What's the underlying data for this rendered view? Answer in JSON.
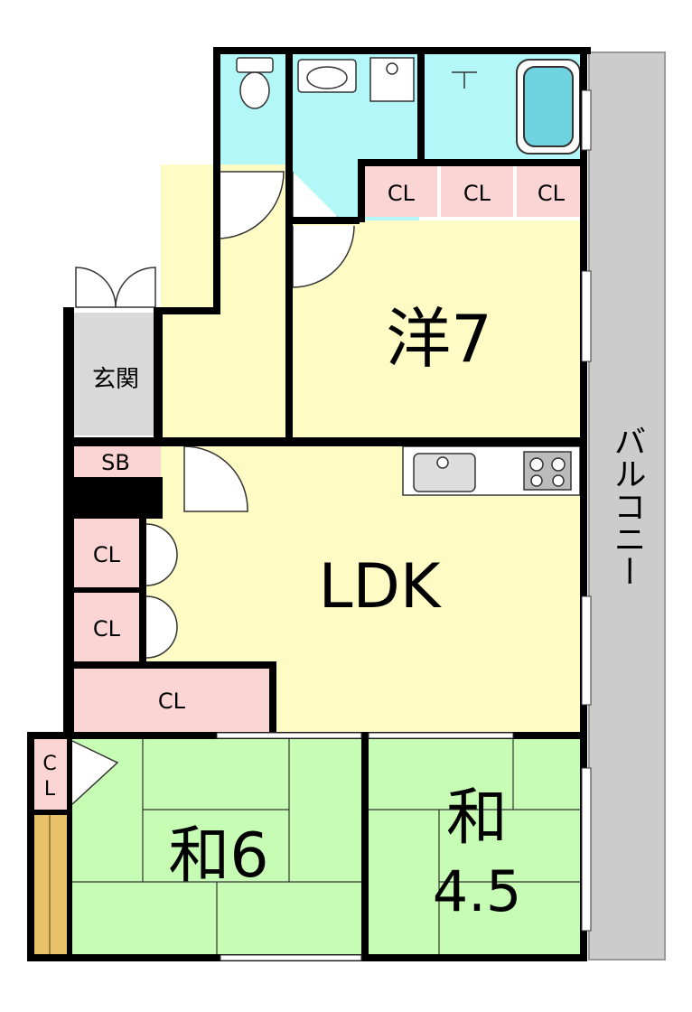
{
  "rooms": {
    "western": "洋7",
    "ldk": "LDK",
    "japanese_6": "和6",
    "japanese_45_line1": "和",
    "japanese_45_line2": "4.5",
    "entrance": "玄関",
    "shoe_box": "SB",
    "balcony": "バルコニー"
  },
  "closet_label": "CL",
  "closet_small_line1": "C",
  "closet_small_line2": "L",
  "colors": {
    "wall": "#000000",
    "room_yellow": "#fefcc4",
    "water_cyan": "#b3f7f8",
    "closet_pink": "#fbd4d4",
    "tatami_green": "#c6fcb4",
    "balcony_gray": "#cccccc",
    "entrance_gray": "#d9d9d9",
    "tokonoma_gold": "#e8c26a"
  }
}
